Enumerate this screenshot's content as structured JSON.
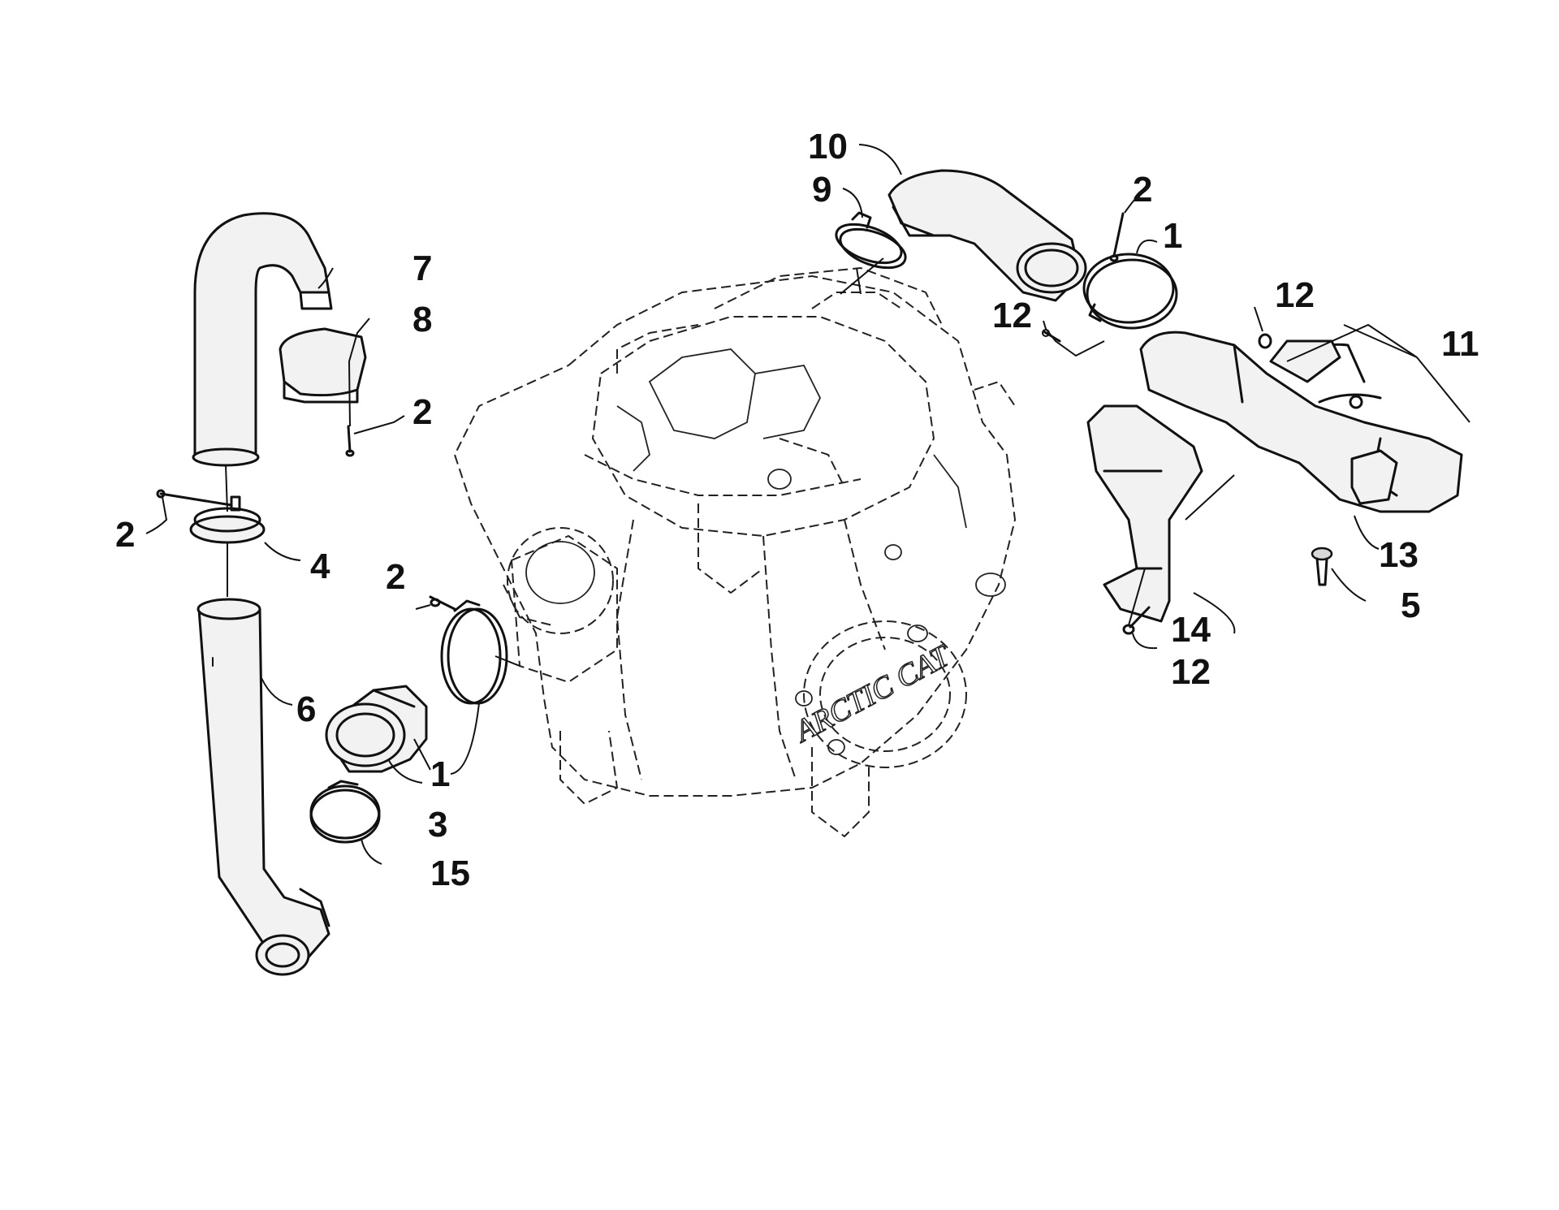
{
  "engine_logo": "ARCTIC CAT",
  "callouts": {
    "c1_left": "1",
    "c1_right": "1",
    "c2_upper_left": "2",
    "c2_left": "2",
    "c2_center": "2",
    "c2_right": "2",
    "c3": "3",
    "c4": "4",
    "c5": "5",
    "c6": "6",
    "c7": "7",
    "c8": "8",
    "c9": "9",
    "c10": "10",
    "c11": "11",
    "c12_left": "12",
    "c12_right": "12",
    "c12_bottom": "12",
    "c13": "13",
    "c14": "14",
    "c15": "15"
  }
}
